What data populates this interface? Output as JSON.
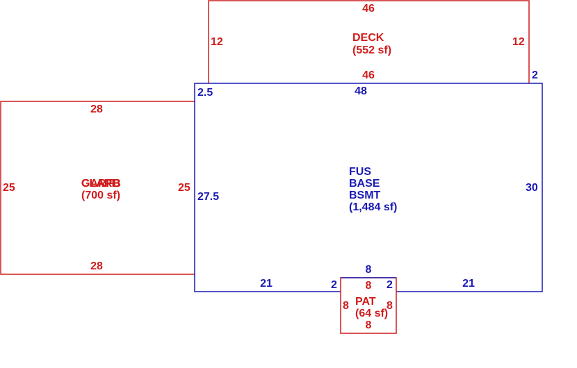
{
  "colors": {
    "red": "#d01c1c",
    "blue": "#1a1ab4"
  },
  "deck": {
    "name": "DECK",
    "area": "(552 sf)",
    "dims": {
      "top": "46",
      "bottom": "46",
      "left": "12",
      "right": "12",
      "offset_right": "2"
    }
  },
  "garage": {
    "names": [
      "GARFB",
      "CLARB",
      "CLAPE"
    ],
    "area": "(700 sf)",
    "dims": {
      "top": "28",
      "bottom": "28",
      "left": "25",
      "right": "25"
    }
  },
  "main": {
    "lines": [
      "FUS",
      "BASE",
      "BSMT"
    ],
    "area": "(1,484 sf)",
    "dims": {
      "top": "48",
      "left": "27.5",
      "left_offset": "2.5",
      "right": "30",
      "bottom_left": "21",
      "bottom_right": "21",
      "notch_left": "2",
      "notch_right": "2",
      "notch_top": "8"
    }
  },
  "patio": {
    "name": "PAT",
    "area": "(64 sf)",
    "dims": {
      "top": "8",
      "bottom": "8",
      "left": "8",
      "right": "8"
    }
  }
}
